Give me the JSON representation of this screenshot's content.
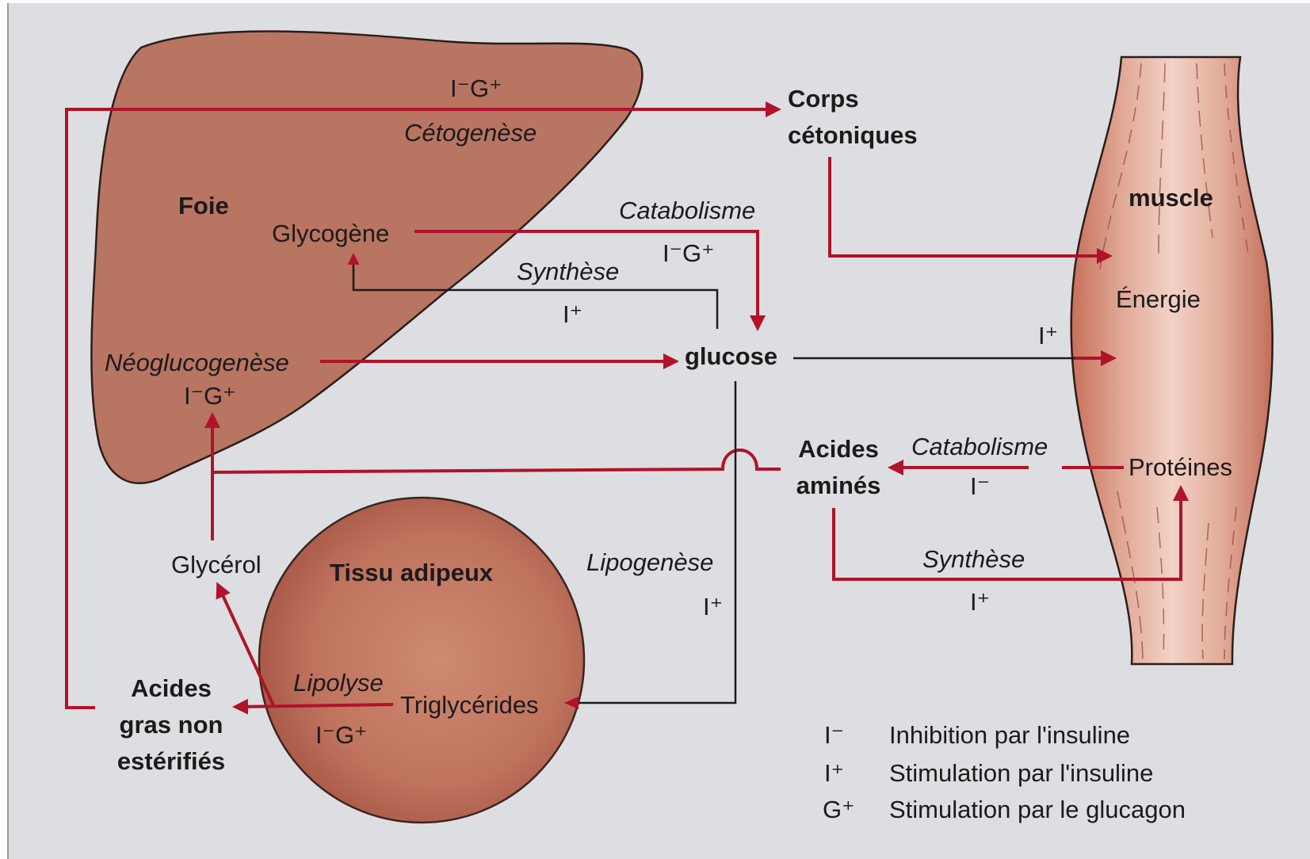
{
  "organs": {
    "liver": "Foie",
    "muscle": "muscle",
    "adipose": "Tissu adipeux"
  },
  "metabolites": {
    "ketone_bodies": [
      "Corps",
      "cétoniques"
    ],
    "glycogen": "Glycogène",
    "glucose": "glucose",
    "energy": "Énergie",
    "amino_acids": [
      "Acides",
      "aminés"
    ],
    "proteins": "Protéines",
    "glycerol": "Glycérol",
    "triglycerides": "Triglycérides",
    "free_fatty_acids": [
      "Acides",
      "gras non",
      "estérifiés"
    ]
  },
  "processes": {
    "ketogenesis": "Cétogenèse",
    "glycogen_catabolism": "Catabolisme",
    "glycogen_synthesis": "Synthèse",
    "gluconeogenesis": "Néoglucogenèse",
    "protein_catabolism": "Catabolisme",
    "protein_synthesis": "Synthèse",
    "lipogenesis": "Lipogenèse",
    "lipolysis": "Lipolyse"
  },
  "regulation": {
    "ketogenesis": "I⁻G⁺",
    "glycogen_catabolism": "I⁻G⁺",
    "glycogen_synthesis": "I⁺",
    "gluconeogenesis": "I⁻G⁺",
    "glucose_uptake": "I⁺",
    "protein_catabolism": "I⁻",
    "protein_synthesis": "I⁺",
    "lipogenesis": "I⁺",
    "lipolysis": "I⁻G⁺"
  },
  "legend": [
    {
      "symbol": "I⁻",
      "text": "Inhibition par l'insuline"
    },
    {
      "symbol": "I⁺",
      "text": "Stimulation par l'insuline"
    },
    {
      "symbol": "G⁺",
      "text": "Stimulation par le glucagon"
    }
  ],
  "colors": {
    "background": "#dddee2",
    "arrow": "#b0132a",
    "liver": "#b87562",
    "muscle": "#d39482",
    "adipose": "#c07a66",
    "text": "#1c1a1c"
  }
}
